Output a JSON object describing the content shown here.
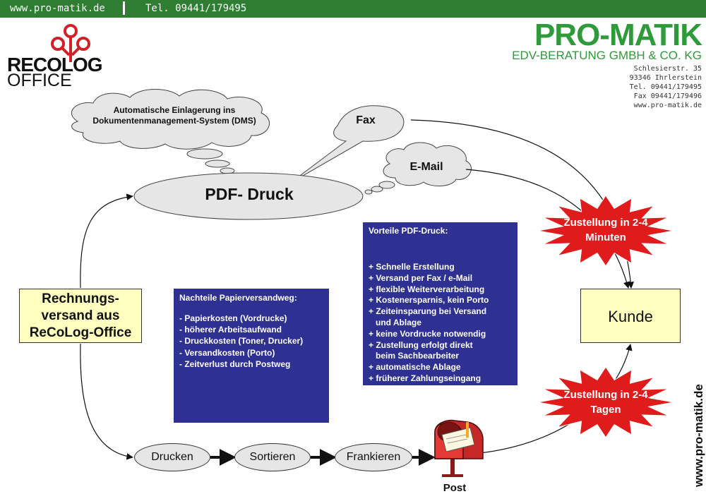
{
  "header": {
    "website": "www.pro-matik.de",
    "phone": "Tel. 09441/179495"
  },
  "logo_left": {
    "line1": "RECOLOG",
    "line2": "OFFICE"
  },
  "logo_right": {
    "brand": "PRO-MATIK",
    "subtitle": "EDV-BERATUNG GMBH & CO. KG",
    "address": [
      "Schlesierstr. 35",
      "93346 Ihrlerstein",
      "Tel. 09441/179495",
      "Fax 09441/179496",
      "www.pro-matik.de"
    ]
  },
  "diagram": {
    "dms_cloud": "Automatische Einlagerung ins Dokumentenmanagement-System (DMS)",
    "pdf_print": "PDF- Druck",
    "fax": "Fax",
    "email": "E-Mail",
    "source": "Rechnungs-versand aus ReCoLog-Office",
    "target": "Kunde",
    "fast_delivery": "Zustellung in 2-4 Minuten",
    "slow_delivery": "Zustellung in 2-4 Tagen",
    "steps": [
      "Drucken",
      "Sortieren",
      "Frankieren"
    ],
    "post": "Post"
  },
  "disadvantages": {
    "title": "Nachteile Papierversandweg:",
    "items": [
      "- Papierkosten (Vordrucke)",
      "- höherer Arbeitsaufwand",
      "- Druckkosten (Toner, Drucker)",
      "- Versandkosten (Porto)",
      "- Zeitverlust durch Postweg"
    ],
    "symbol": "minus"
  },
  "advantages": {
    "title": "Vorteile PDF-Druck:",
    "items": [
      "+ Schnelle Erstellung",
      "+ Versand per Fax / e-Mail",
      "+ flexible Weiterverarbeitung",
      "+ Kostenersparnis, kein Porto",
      "+ Zeiteinsparung bei Versand",
      "   und Ablage",
      "+ keine Vordrucke notwendig",
      "+ Zustellung erfolgt direkt",
      "   beim Sachbearbeiter",
      "+ automatische Ablage",
      "+ früherer Zahlungseingang"
    ],
    "symbol": "plus"
  },
  "side_text": "www.pro-matik.de",
  "colors": {
    "header_bar": "#2e7d32",
    "brand_green": "#2e9a3a",
    "logo_red": "#d32027",
    "panel_blue": "#2e3192",
    "box_yellow": "#ffffc0",
    "star_red": "#e01b1b",
    "node_grey": "#e6e6e6"
  }
}
